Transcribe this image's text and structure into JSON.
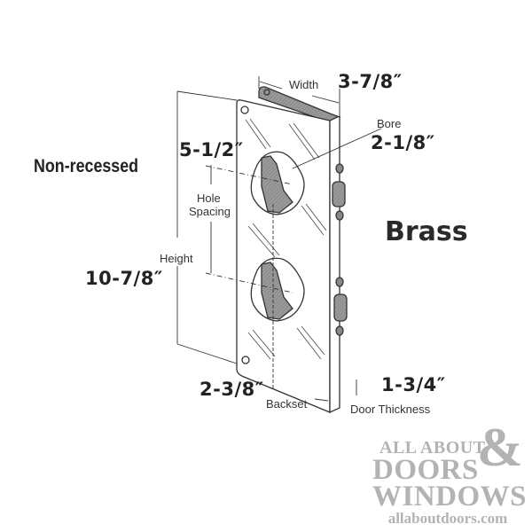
{
  "product": {
    "type_label": "Non-recessed",
    "material": "Brass"
  },
  "dimensions": {
    "width": {
      "label": "Width",
      "value": "3-7/8″"
    },
    "bore": {
      "label": "Bore",
      "value": "2-1/8″"
    },
    "hole_spacing": {
      "label_line1": "Hole",
      "label_line2": "Spacing",
      "value": "5-1/2″"
    },
    "height": {
      "label": "Height",
      "value": "10-7/8″"
    },
    "backset": {
      "label": "Backset",
      "value": "2-3/8″"
    },
    "door_thickness": {
      "label": "Door Thickness",
      "value": "1-3/4″"
    }
  },
  "logo": {
    "line1": "ALL ABOUT",
    "line2": "DOORS",
    "ampersand": "&",
    "line3": "WINDOWS",
    "url": "allaboutdoors.com",
    "color": "#b3b3b3"
  }
}
